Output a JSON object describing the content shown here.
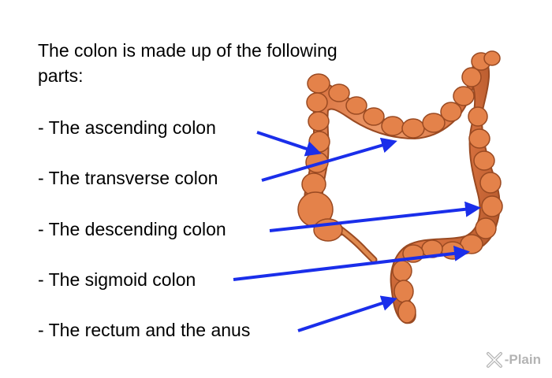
{
  "intro_text": "The colon is made up of the following parts:",
  "parts": [
    {
      "label": "- The ascending colon"
    },
    {
      "label": "- The transverse colon"
    },
    {
      "label": "- The descending colon"
    },
    {
      "label": "- The sigmoid colon"
    },
    {
      "label": "- The rectum and the anus"
    }
  ],
  "brand": {
    "text": "-Plain",
    "icon": "x-plain-logo-icon"
  },
  "colors": {
    "arrow": "#1a2eea",
    "colon_fill": "#d9723f",
    "colon_outline": "#9a4a22",
    "brand": "#b4b4b4"
  }
}
